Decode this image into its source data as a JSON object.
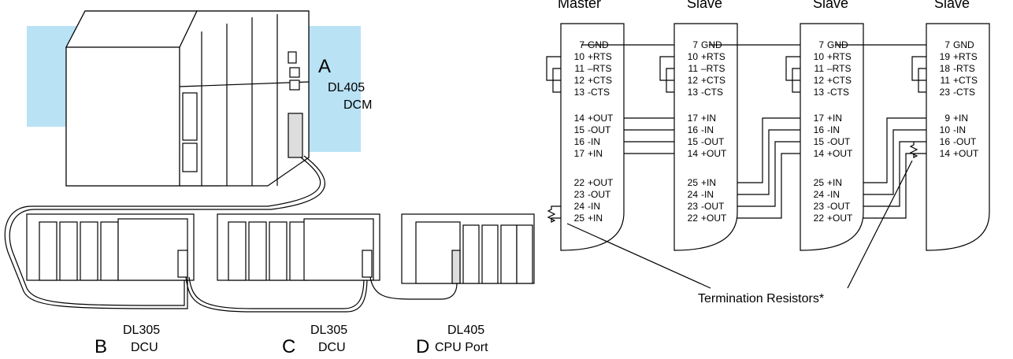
{
  "left_labels": {
    "A": {
      "letter": "A",
      "line1": "DL405",
      "line2": "DCM"
    },
    "B": {
      "letter": "B",
      "line1": "DL305",
      "line2": "DCU"
    },
    "C": {
      "letter": "C",
      "line1": "DL305",
      "line2": "DCU"
    },
    "D": {
      "letter": "D",
      "line1": "DL405",
      "line2": "CPU Port"
    }
  },
  "connectors": [
    {
      "header": "Master",
      "pins": [
        {
          "num": "7",
          "sig": "GND"
        },
        {
          "num": "10",
          "sig": "+RTS"
        },
        {
          "num": "11",
          "sig": "–RTS"
        },
        {
          "num": "12",
          "sig": "+CTS"
        },
        {
          "num": "13",
          "sig": "-CTS"
        },
        {
          "num": "14",
          "sig": "+OUT"
        },
        {
          "num": "15",
          "sig": "-OUT"
        },
        {
          "num": "16",
          "sig": "-IN"
        },
        {
          "num": "17",
          "sig": "+IN"
        },
        {
          "num": "22",
          "sig": "+OUT"
        },
        {
          "num": "23",
          "sig": "-OUT"
        },
        {
          "num": "24",
          "sig": "-IN"
        },
        {
          "num": "25",
          "sig": "+IN"
        }
      ]
    },
    {
      "header": "Slave",
      "pins": [
        {
          "num": "7",
          "sig": "GND"
        },
        {
          "num": "10",
          "sig": "+RTS"
        },
        {
          "num": "11",
          "sig": "–RTS"
        },
        {
          "num": "12",
          "sig": "+CTS"
        },
        {
          "num": "13",
          "sig": "-CTS"
        },
        {
          "num": "17",
          "sig": "+IN"
        },
        {
          "num": "16",
          "sig": "-IN"
        },
        {
          "num": "15",
          "sig": "-OUT"
        },
        {
          "num": "14",
          "sig": "+OUT"
        },
        {
          "num": "25",
          "sig": "+IN"
        },
        {
          "num": "24",
          "sig": "-IN"
        },
        {
          "num": "23",
          "sig": "-OUT"
        },
        {
          "num": "22",
          "sig": "+OUT"
        }
      ]
    },
    {
      "header": "Slave",
      "pins": [
        {
          "num": "7",
          "sig": "GND"
        },
        {
          "num": "10",
          "sig": "+RTS"
        },
        {
          "num": "11",
          "sig": "–RTS"
        },
        {
          "num": "12",
          "sig": "+CTS"
        },
        {
          "num": "13",
          "sig": "-CTS"
        },
        {
          "num": "17",
          "sig": "+IN"
        },
        {
          "num": "16",
          "sig": "-IN"
        },
        {
          "num": "15",
          "sig": "-OUT"
        },
        {
          "num": "14",
          "sig": "+OUT"
        },
        {
          "num": "25",
          "sig": "+IN"
        },
        {
          "num": "24",
          "sig": "-IN"
        },
        {
          "num": "23",
          "sig": "-OUT"
        },
        {
          "num": "22",
          "sig": "+OUT"
        }
      ]
    },
    {
      "header": "Slave",
      "pins": [
        {
          "num": "7",
          "sig": "GND"
        },
        {
          "num": "19",
          "sig": "+RTS"
        },
        {
          "num": "18",
          "sig": "-RTS"
        },
        {
          "num": "11",
          "sig": "+CTS"
        },
        {
          "num": "23",
          "sig": "-CTS"
        },
        {
          "num": "9",
          "sig": "+IN"
        },
        {
          "num": "10",
          "sig": "-IN"
        },
        {
          "num": "16",
          "sig": "-OUT"
        },
        {
          "num": "14",
          "sig": "+OUT"
        }
      ]
    }
  ],
  "termination_label": "Termination Resistors*",
  "colors": {
    "backdrop": "#b9e2f4",
    "line": "#000000",
    "chassis": "#ffffff"
  }
}
